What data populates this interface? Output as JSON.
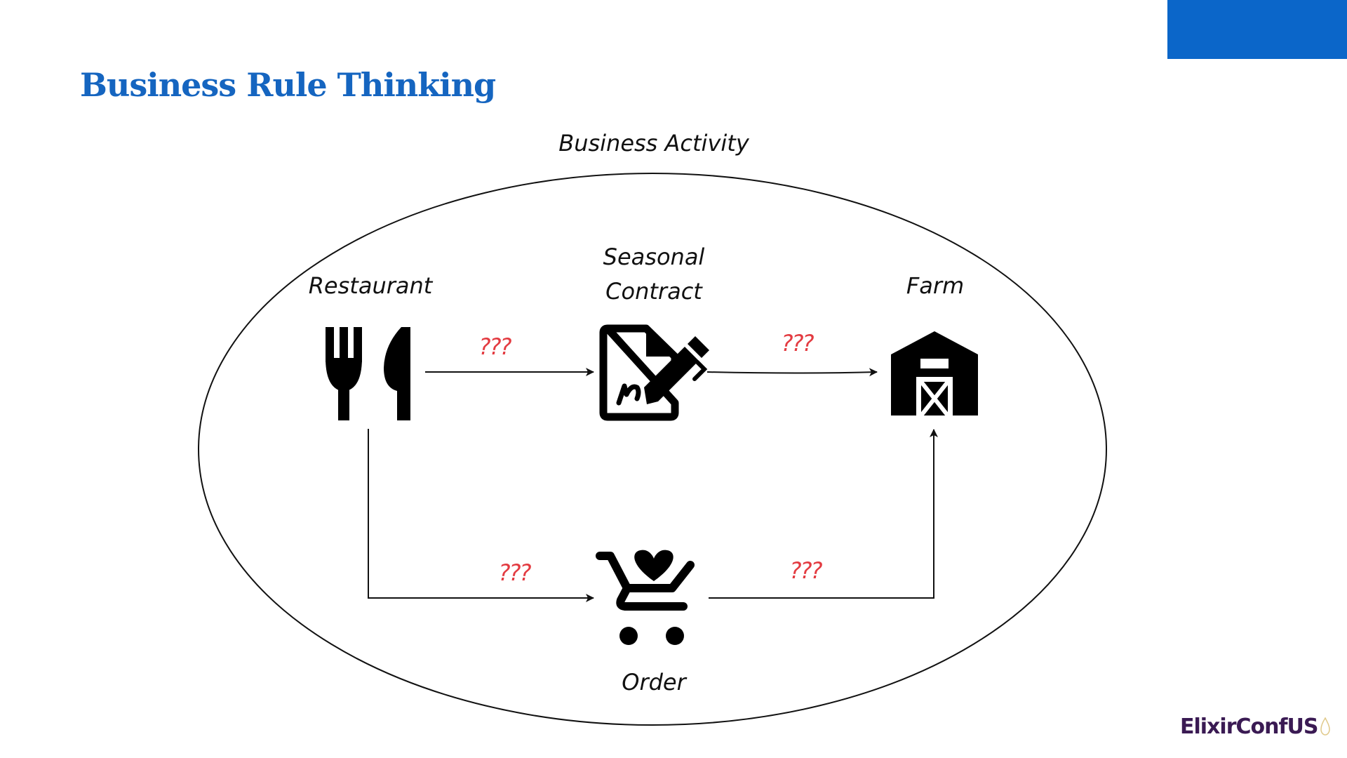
{
  "slide": {
    "title": "Business Rule Thinking",
    "accent_color": "#0b66c9",
    "title_color": "#1565c0"
  },
  "diagram": {
    "boundary_label": "Business Activity",
    "nodes": [
      {
        "id": "restaurant",
        "label": "Restaurant",
        "icon": "fork-knife-icon"
      },
      {
        "id": "contract",
        "label_lines": [
          "Seasonal",
          "Contract"
        ],
        "icon": "signed-document-icon"
      },
      {
        "id": "farm",
        "label": "Farm",
        "icon": "barn-icon"
      },
      {
        "id": "order",
        "label": "Order",
        "icon": "heart-cart-icon"
      }
    ],
    "edges": [
      {
        "from": "restaurant",
        "to": "contract",
        "label": "???"
      },
      {
        "from": "contract",
        "to": "farm",
        "label": "???"
      },
      {
        "from": "restaurant",
        "to": "order",
        "label": "???"
      },
      {
        "from": "order",
        "to": "farm",
        "label": "???"
      }
    ],
    "question_color": "#e33b41"
  },
  "logo": {
    "text": "ElixirConf",
    "suffix": "US"
  }
}
